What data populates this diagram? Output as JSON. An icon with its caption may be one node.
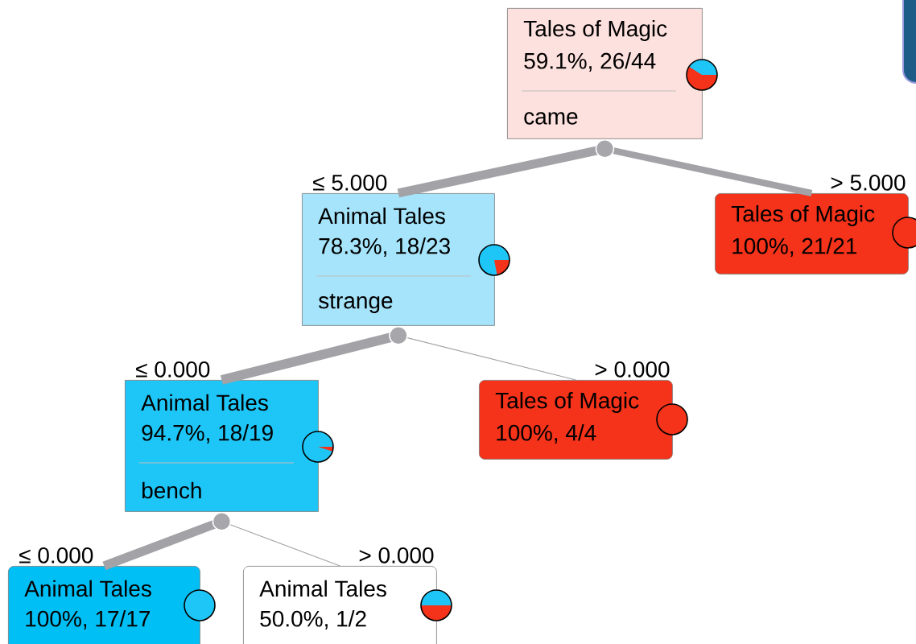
{
  "diagram": {
    "nodes": [
      {
        "text": [
          "Tales of Magic",
          "59.1%, 26/44",
          "came"
        ]
      },
      {
        "text": [
          "Animal Tales",
          "78.3%, 18/23",
          "strange"
        ]
      },
      {
        "text": [
          "Tales of Magic",
          "100%, 21/21"
        ]
      },
      {
        "text": [
          "Animal Tales",
          "94.7%, 18/19",
          "bench"
        ]
      },
      {
        "text": [
          "Tales of Magic",
          "100%, 4/4"
        ]
      },
      {
        "text": [
          "Animal Tales",
          "100%, 17/17"
        ]
      },
      {
        "text": [
          "Animal Tales",
          "50.0%, 1/2"
        ]
      }
    ],
    "edges": [
      {
        "from": 0,
        "to": 1,
        "label": "≤ 5.000",
        "arrow": "none"
      },
      {
        "from": 0,
        "to": 2,
        "label": "> 5.000",
        "arrow": "none"
      },
      {
        "from": 1,
        "to": 3,
        "label": "≤ 0.000",
        "arrow": "none"
      },
      {
        "from": 1,
        "to": 4,
        "label": "> 0.000",
        "arrow": "none"
      },
      {
        "from": 3,
        "to": 5,
        "label": "≤ 0.000",
        "arrow": "none"
      },
      {
        "from": 3,
        "to": 6,
        "label": "> 0.000",
        "arrow": "none"
      }
    ]
  }
}
